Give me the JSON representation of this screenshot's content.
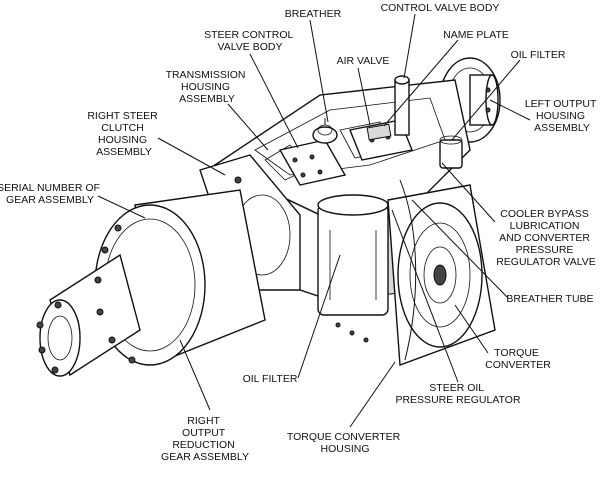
{
  "labels": {
    "breather": "BREATHER",
    "control_valve_body": "CONTROL VALVE BODY",
    "steer_control_valve_body": [
      "STEER CONTROL",
      "VALVE BODY"
    ],
    "name_plate": "NAME PLATE",
    "air_valve": "AIR VALVE",
    "oil_filter_top": "OIL FILTER",
    "transmission_housing_assembly": [
      "TRANSMISSION",
      "HOUSING",
      "ASSEMBLY"
    ],
    "left_output_housing_assembly": [
      "LEFT OUTPUT",
      "HOUSING",
      "ASSEMBLY"
    ],
    "right_steer_clutch_housing_assembly": [
      "RIGHT STEER",
      "CLUTCH",
      "HOUSING",
      "ASSEMBLY"
    ],
    "serial_number_of_gear_assembly": [
      "SERIAL NUMBER OF",
      "GEAR ASSEMBLY"
    ],
    "cooler_bypass": [
      "COOLER BYPASS",
      "LUBRICATION",
      "AND CONVERTER",
      "PRESSURE",
      "REGULATOR VALVE"
    ],
    "breather_tube": "BREATHER TUBE",
    "torque_converter": [
      "TORQUE",
      "CONVERTER"
    ],
    "oil_filter_bottom": "OIL FILTER",
    "steer_oil_pressure_regulator": [
      "STEER OIL",
      "PRESSURE REGULATOR"
    ],
    "right_output_reduction_gear_assembly": [
      "RIGHT",
      "OUTPUT",
      "REDUCTION",
      "GEAR ASSEMBLY"
    ],
    "torque_converter_housing": [
      "TORQUE CONVERTER",
      "HOUSING"
    ]
  }
}
